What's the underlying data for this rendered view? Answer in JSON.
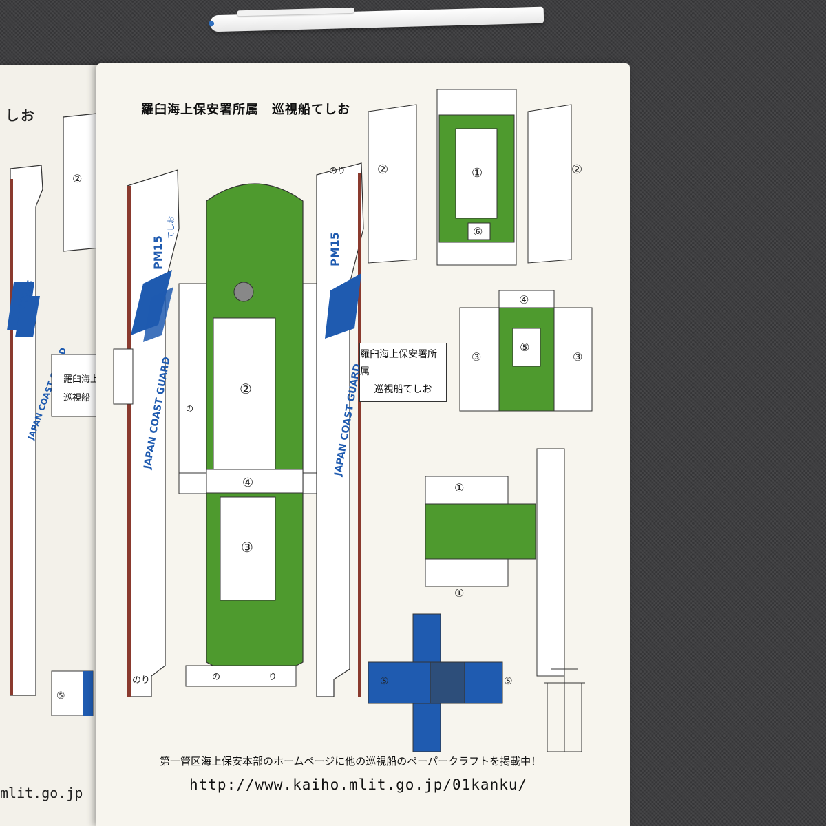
{
  "sheet": {
    "title": "羅臼海上保安署所属　巡視船てしお",
    "name_box_line1": "羅臼海上保安署所属",
    "name_box_line2": "巡視船てしお",
    "notice": "第一管区海上保安本部のホームページに他の巡視船のペーパークラフトを掲載中！",
    "url": "http://www.kaiho.mlit.go.jp/01kanku/"
  },
  "back_sheet": {
    "title_fragment": "しお",
    "name_box_line1": "羅臼海上保",
    "name_box_line2": "巡視船",
    "url_fragment": "mlit.go.jp"
  },
  "hull": {
    "id_mark": "PM15",
    "name_kana": "てしお",
    "agency": "JAPAN COAST GUARD"
  },
  "labels": {
    "glue": "のり",
    "glue_no": "の",
    "glue_ri": "り",
    "n1": "①",
    "n2": "②",
    "n3": "③",
    "n4": "④",
    "n5": "⑤",
    "n6": "⑥"
  },
  "colors": {
    "deck_green": "#4e9a2e",
    "hull_red": "#8a3a2e",
    "jcg_blue": "#1f5bb0",
    "paper": "#f7f5ee",
    "carpet": "#3a3a3c"
  }
}
